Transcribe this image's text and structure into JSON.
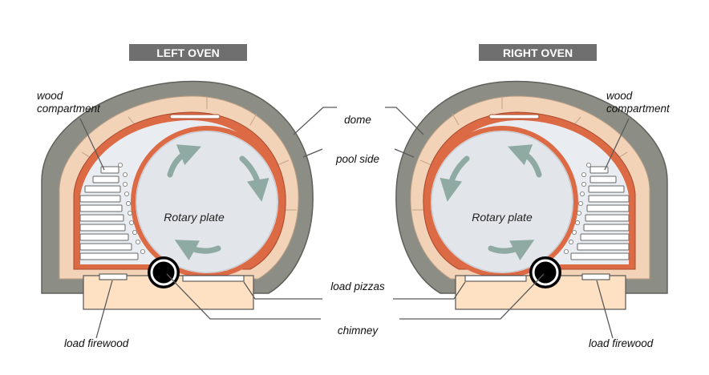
{
  "colors": {
    "outer_shell": "#8c8d85",
    "shell_edge": "#5f605a",
    "insulation": "#f2d3b8",
    "refractory": "#db6a45",
    "chamber": "#e9edf1",
    "plate": "#e2e6ea",
    "grate": "#ffffff",
    "hearth": "#fde1c2",
    "chimney": "#000000",
    "arrow": "#8fa9a3",
    "banner": "#6f6f6f"
  },
  "left_oven": {
    "title": "LEFT OVEN",
    "wood_compartment": "wood compartment",
    "wood_line1": "wood",
    "wood_line2": "compartment",
    "plate_label": "Rotary plate",
    "load_firewood": "load firewood"
  },
  "right_oven": {
    "title": "RIGHT OVEN",
    "wood_compartment": "wood compartment",
    "wood_line1": "wood",
    "wood_line2": "compartment",
    "plate_label": "Rotary plate",
    "load_firewood": "load firewood"
  },
  "center_labels": {
    "dome": "dome",
    "pool_side": "pool side",
    "load_pizzas": "load pizzas",
    "chimney": "chimney"
  }
}
